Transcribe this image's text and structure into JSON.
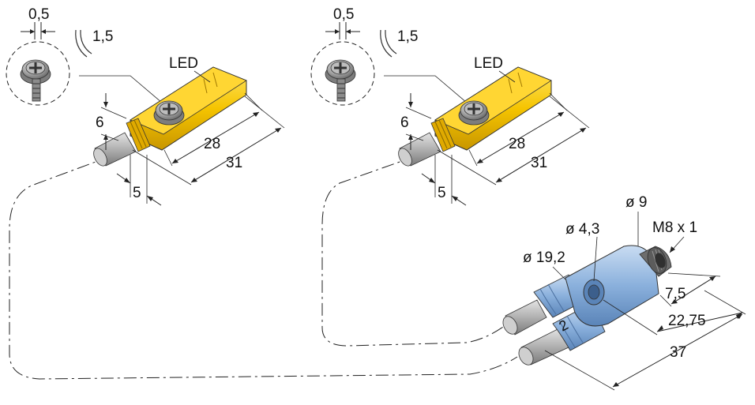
{
  "sensor_left": {
    "screw_slot_width": "0,5",
    "screwdriver_size": "1,5",
    "led_label": "LED",
    "height": "6",
    "body_length": "28",
    "total_length": "31",
    "cable_offset": "5"
  },
  "sensor_right": {
    "screw_slot_width": "0,5",
    "screwdriver_size": "1,5",
    "led_label": "LED",
    "height": "6",
    "body_length": "28",
    "total_length": "31",
    "cable_offset": "5"
  },
  "splitter": {
    "connector_diameter": "ø 9",
    "thread": "M8 x 1",
    "hole_diameter": "ø 4,3",
    "body_diameter": "ø 19,2",
    "connector_length": "7,5",
    "hole_distance": "22,75",
    "total_length": "37",
    "port_label": "2"
  },
  "colors": {
    "sensor_body": "#f5c400",
    "splitter_body": "#8ab0dc",
    "cable": "#aaaaaa",
    "metal": "#8c8c8c"
  }
}
